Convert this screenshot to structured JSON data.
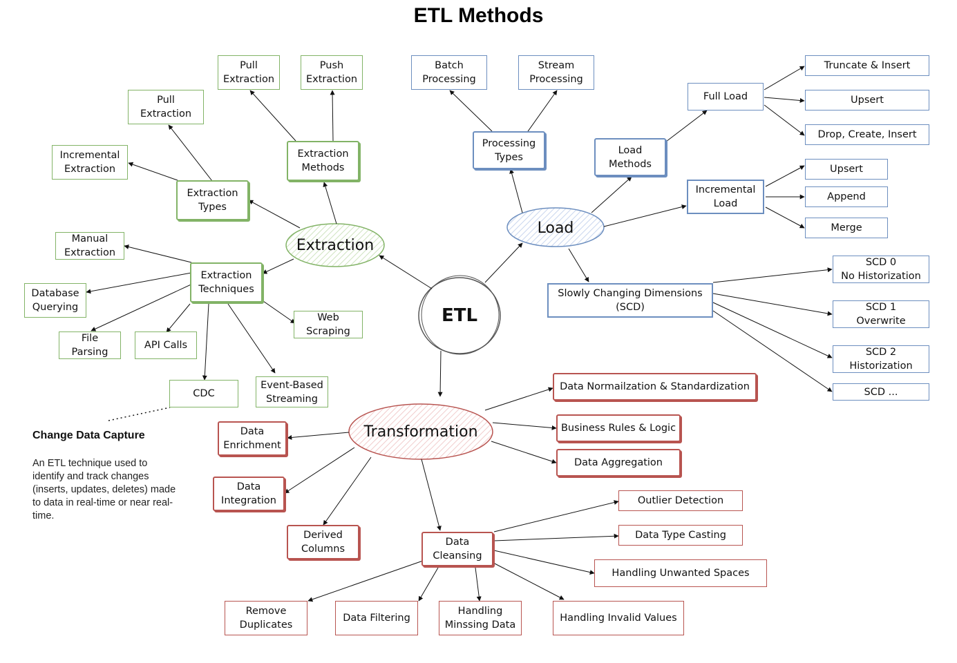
{
  "title": "ETL Methods",
  "colors": {
    "extraction": "#82b366",
    "load": "#6c8ebf",
    "transformation": "#b85450",
    "center": "#555555"
  },
  "center": {
    "label": "ETL"
  },
  "extraction": {
    "label": "Extraction",
    "types": {
      "label": "Extraction\nTypes",
      "pull": "Pull\nExtraction",
      "incremental": "Incremental\nExtraction"
    },
    "methods": {
      "label": "Extraction\nMethods",
      "pull": "Pull\nExtraction",
      "push": "Push\nExtraction"
    },
    "techniques": {
      "label": "Extraction\nTechniques",
      "manual": "Manual\nExtraction",
      "database": "Database\nQuerying",
      "file": "File Parsing",
      "api": "API Calls",
      "cdc": "CDC",
      "event": "Event-Based\nStreaming",
      "web": "Web\nScraping"
    }
  },
  "load": {
    "label": "Load",
    "processing": {
      "label": "Processing\nTypes",
      "batch": "Batch\nProcessing",
      "stream": "Stream\nProcessing"
    },
    "methods": {
      "label": "Load\nMethods",
      "full": {
        "label": "Full Load",
        "truncate": "Truncate & Insert",
        "upsert": "Upsert",
        "drop": "Drop, Create, Insert"
      },
      "incremental": {
        "label": "Incremental\nLoad",
        "upsert": "Upsert",
        "append": "Append",
        "merge": "Merge"
      }
    },
    "scd": {
      "label": "Slowly Changing  Dimensions\n(SCD)",
      "scd0": "SCD 0\nNo Historization",
      "scd1": "SCD 1\nOverwrite",
      "scd2": "SCD 2\nHistorization",
      "scdn": "SCD ..."
    }
  },
  "transformation": {
    "label": "Transformation",
    "normalization": "Data Normailzation & Standardization",
    "business": "Business Rules & Logic",
    "aggregation": "Data Aggregation",
    "enrichment": "Data\nEnrichment",
    "integration": "Data\nIntegration",
    "derived": "Derived\nColumns",
    "cleansing": {
      "label": "Data\nCleansing",
      "outlier": "Outlier Detection",
      "casting": "Data Type Casting",
      "spaces": "Handling Unwanted Spaces",
      "invalid": "Handling Invalid Values",
      "duplicates": "Remove\nDuplicates",
      "filtering": "Data Filtering",
      "missing": "Handling\nMinssing Data"
    }
  },
  "note": {
    "title": "Change Data Capture",
    "body": "An ETL technique used to identify and track changes (inserts, updates, deletes) made to data in real-time or near real-time."
  }
}
